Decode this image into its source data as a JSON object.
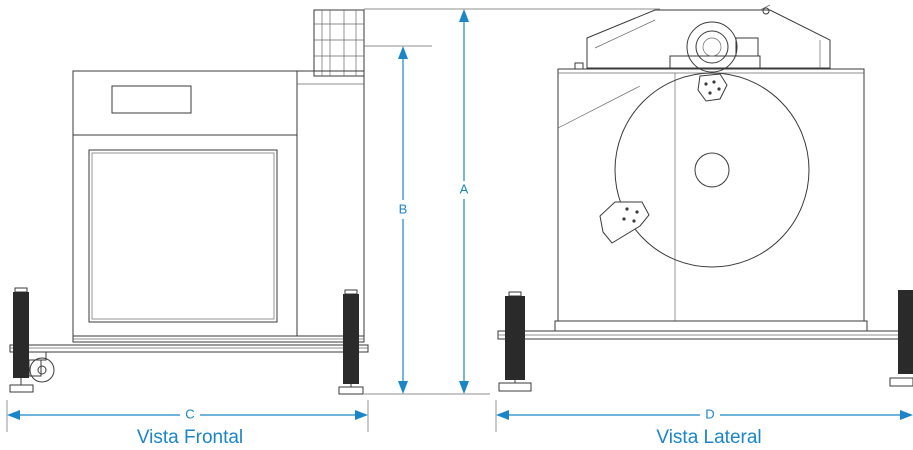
{
  "dimensions": {
    "a_label": "A",
    "b_label": "B",
    "c_label": "C",
    "d_label": "D"
  },
  "views": {
    "front_caption": "Vista Frontal",
    "side_caption": "Vista Lateral"
  },
  "colors": {
    "dimension": "#1a86c8",
    "drawing": "#3a3a3a"
  }
}
